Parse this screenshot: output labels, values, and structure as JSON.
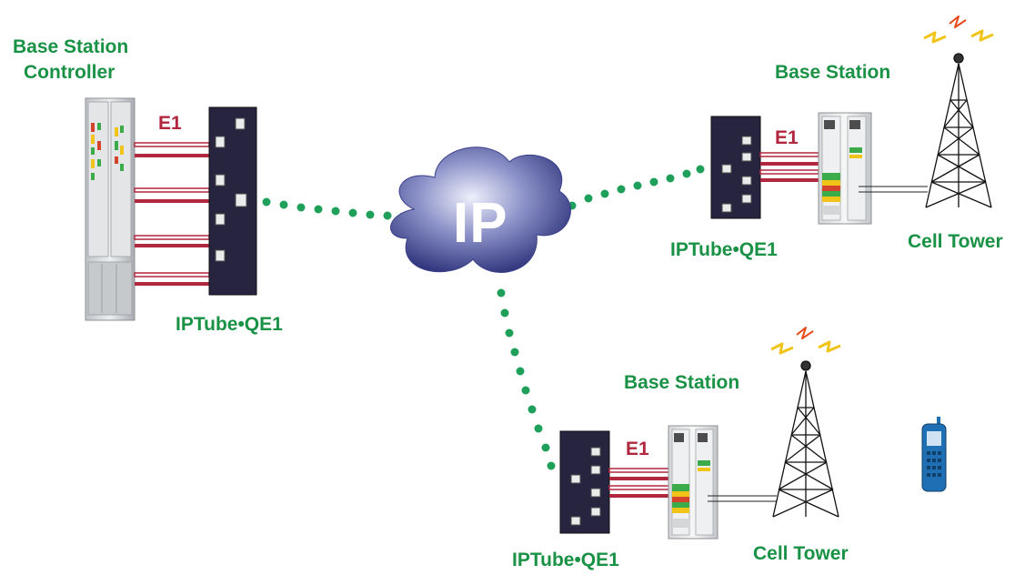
{
  "bsc": {
    "label_line1": "Base Station",
    "label_line2": "Controller"
  },
  "network": {
    "label": "IP"
  },
  "sites": [
    {
      "iptube_label": "IPTube•QE1",
      "e1_label": "E1"
    },
    {
      "iptube_label": "IPTube•QE1",
      "e1_label": "E1",
      "bs_label": "Base Station",
      "tower_label": "Cell Tower"
    },
    {
      "iptube_label": "IPTube•QE1",
      "e1_label": "E1",
      "bs_label": "Base Station",
      "tower_label": "Cell Tower"
    }
  ],
  "colors": {
    "label_green": "#1a9246",
    "e1_red": "#b0273e",
    "link_dots": "#1fa05a",
    "device_dark": "#26243f",
    "phone_blue": "#1f6fb5"
  }
}
